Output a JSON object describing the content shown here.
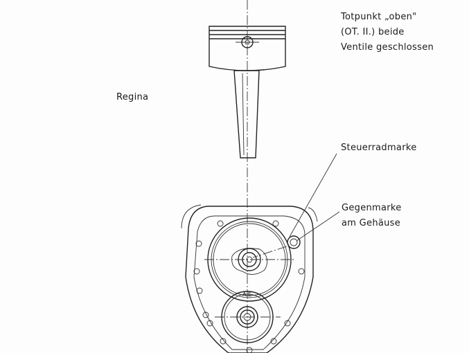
{
  "labels": {
    "dead_center": [
      "Totpunkt „oben\"",
      "(OT. II.) beide",
      "Ventile geschlossen"
    ],
    "model": "Regina",
    "gear_mark": "Steuerradmarke",
    "housing_mark": [
      "Gegenmarke",
      "am Gehäuse"
    ]
  }
}
